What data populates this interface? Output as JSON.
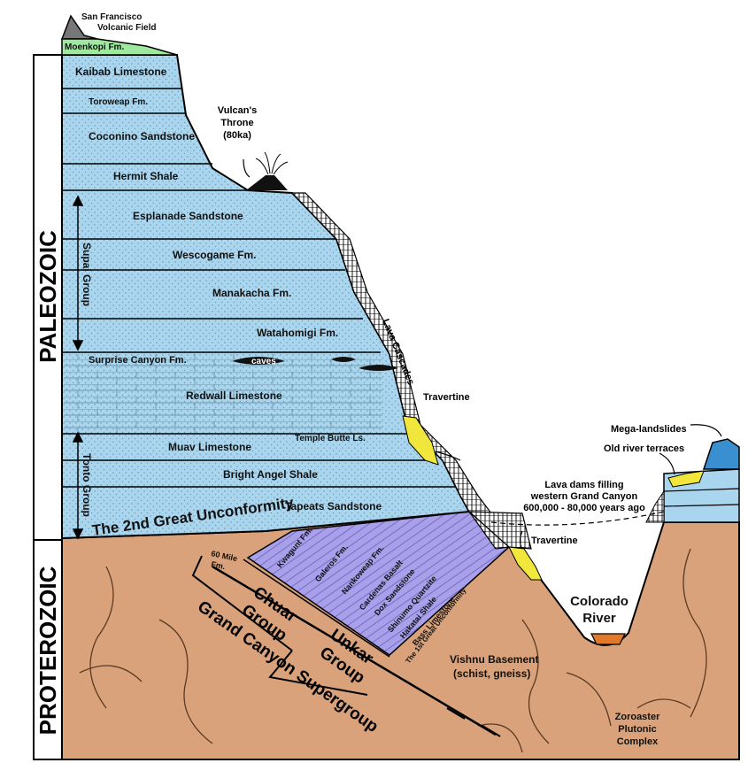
{
  "eras": {
    "paleozoic": "PALEOZOIC",
    "proterozoic": "PROTEROZOIC"
  },
  "top": {
    "volcanic_field": [
      "San Francisco",
      "Volcanic Field"
    ],
    "moenkopi": "Moenkopi Fm."
  },
  "formations": {
    "kaibab": "Kaibab Limestone",
    "toroweap": "Toroweap Fm.",
    "coconino": "Coconino Sandstone",
    "hermit": "Hermit Shale",
    "esplanade": "Esplanade Sandstone",
    "wescogame": "Wescogame Fm.",
    "manakacha": "Manakacha  Fm.",
    "watahomigi": "Watahomigi Fm.",
    "surprise": "Surprise Canyon Fm.",
    "caves": "caves",
    "redwall": "Redwall Limestone",
    "temple_butte": "Temple Butte Ls.",
    "muav": "Muav Limestone",
    "bright_angel": "Bright Angel Shale",
    "tapeats": "Tapeats Sandstone"
  },
  "groups": {
    "supai": "Supai Group",
    "tonto": "Tonto Group"
  },
  "unconformity2": "The 2nd Great Unconformity",
  "unconformity1": "The 1st Great Unconformity",
  "supergroup": {
    "sixty_mile": [
      "60 Mile",
      "Fm."
    ],
    "kwagunt": "Kwagunt Fm.",
    "galeros": "Galeros Fm.",
    "nankoweap": "Nankoweap Fm.",
    "cardenas": "Cardenas Basalt",
    "dox": "Dox Sandstone",
    "shinumo": "Shinumo Quartzite",
    "hakatai": "Hakatai Shale",
    "bass": "Bass Limestone",
    "chuar": [
      "Chuar",
      "Group"
    ],
    "unkar": [
      "Unkar",
      "Group"
    ],
    "gcs": "Grand Canyon Supergroup"
  },
  "features": {
    "vulcan": [
      "Vulcan's",
      "Throne",
      "(80ka)"
    ],
    "lava_cascades": "Lava Cascades",
    "travertine_upper": "Travertine",
    "travertine_lower": "Travertine",
    "mega_landslides": "Mega-landslides",
    "old_terraces": "Old river terraces",
    "lava_dams": [
      "Lava dams filling",
      "western Grand Canyon",
      "600,000 - 80,000 years ago"
    ],
    "colorado": [
      "Colorado",
      "River"
    ],
    "vishnu": [
      "Vishnu Basement",
      "(schist, gneiss)"
    ],
    "zoroaster": [
      "Zoroaster",
      "Plutonic",
      "Complex"
    ]
  },
  "colors": {
    "paleozoic_blue": "#a9d6ee",
    "basement_tan": "#d9a27a",
    "supergroup_purple": "#a8a0ea",
    "travertine_yellow": "#f0e63c",
    "moenkopi_green": "#9ee8a0",
    "landslide_blue": "#3a8fd0",
    "river_orange": "#e07a2a"
  }
}
